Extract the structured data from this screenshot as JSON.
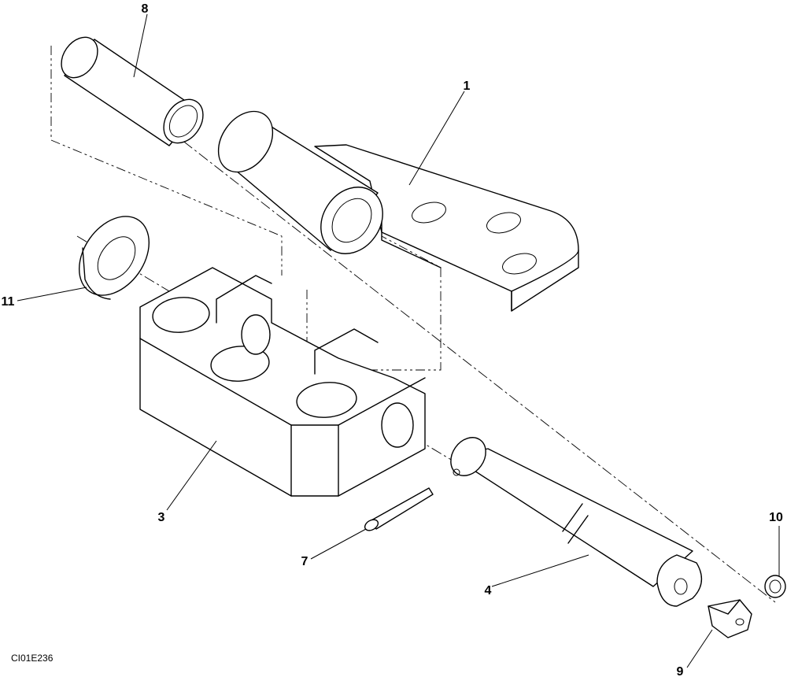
{
  "figure_id": "CI01E236",
  "callouts": [
    "8",
    "1",
    "11",
    "3",
    "7",
    "4",
    "10",
    "9"
  ],
  "parts": [
    {
      "callout": "1",
      "icon": "hinge-bracket-icon"
    },
    {
      "callout": "3",
      "icon": "mounting-block-icon"
    },
    {
      "callout": "4",
      "icon": "pin-icon"
    },
    {
      "callout": "7",
      "icon": "cotter-pin-icon"
    },
    {
      "callout": "8",
      "icon": "bushing-icon"
    },
    {
      "callout": "9",
      "icon": "grease-fitting-icon"
    },
    {
      "callout": "10",
      "icon": "cap-icon"
    },
    {
      "callout": "11",
      "icon": "washer-icon"
    }
  ]
}
